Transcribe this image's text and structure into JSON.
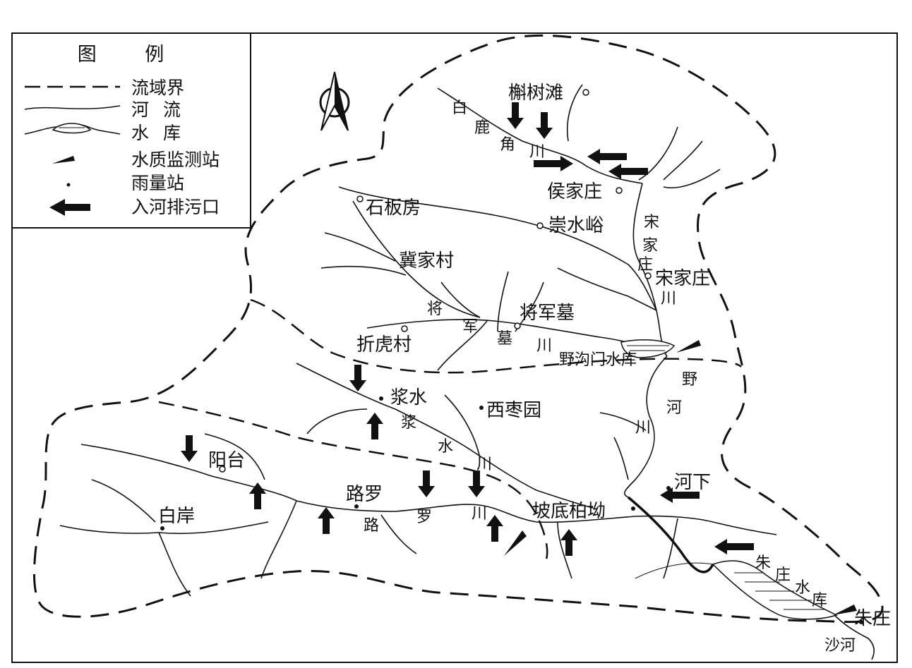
{
  "legend": {
    "title": "图 例",
    "items": [
      {
        "id": "boundary",
        "label": "流域界"
      },
      {
        "id": "river",
        "label": "河 流"
      },
      {
        "id": "reservoir",
        "label": "水 库"
      },
      {
        "id": "quality_station",
        "label": "水质监测站"
      },
      {
        "id": "rain_station",
        "label": "雨量站"
      },
      {
        "id": "outfall",
        "label": "入河排污口"
      }
    ]
  },
  "north_arrow": {
    "icon": "north-arrow-icon"
  },
  "colors": {
    "ink": "#111111",
    "paper": "#ffffff"
  },
  "places": {
    "hushutan": "槲树滩",
    "houjiazhuang": "侯家庄",
    "shibanfang": "石板房",
    "chongshuiyu": "崇水峪",
    "jijiacun": "冀家村",
    "songjiazhuang": "宋家庄",
    "jiangjunmu": "将军墓",
    "zhehucun": "折虎村",
    "yegoumen_reservoir": "野沟门水库",
    "jiangshui": "浆水",
    "xizaoyuan": "西枣园",
    "yangtai": "阳台",
    "luluo": "路罗",
    "podibaiao": "坡底柏坳",
    "hexia": "河下",
    "baian": "白岸",
    "zhuzhuang": "朱庄",
    "zhuzhuang_reservoir": "朱庄水库"
  },
  "rivers": {
    "bailujiao": [
      "白",
      "鹿",
      "角",
      "川"
    ],
    "songjiazhuang": [
      "宋",
      "家",
      "庄",
      "川"
    ],
    "jiangjunmu": [
      "将",
      "军",
      "墓",
      "川"
    ],
    "ye": [
      "野",
      "河",
      "川"
    ],
    "jiangshui": [
      "浆",
      "水",
      "川"
    ],
    "luoluo": [
      "路",
      "罗",
      "川"
    ],
    "sha": "沙河"
  }
}
